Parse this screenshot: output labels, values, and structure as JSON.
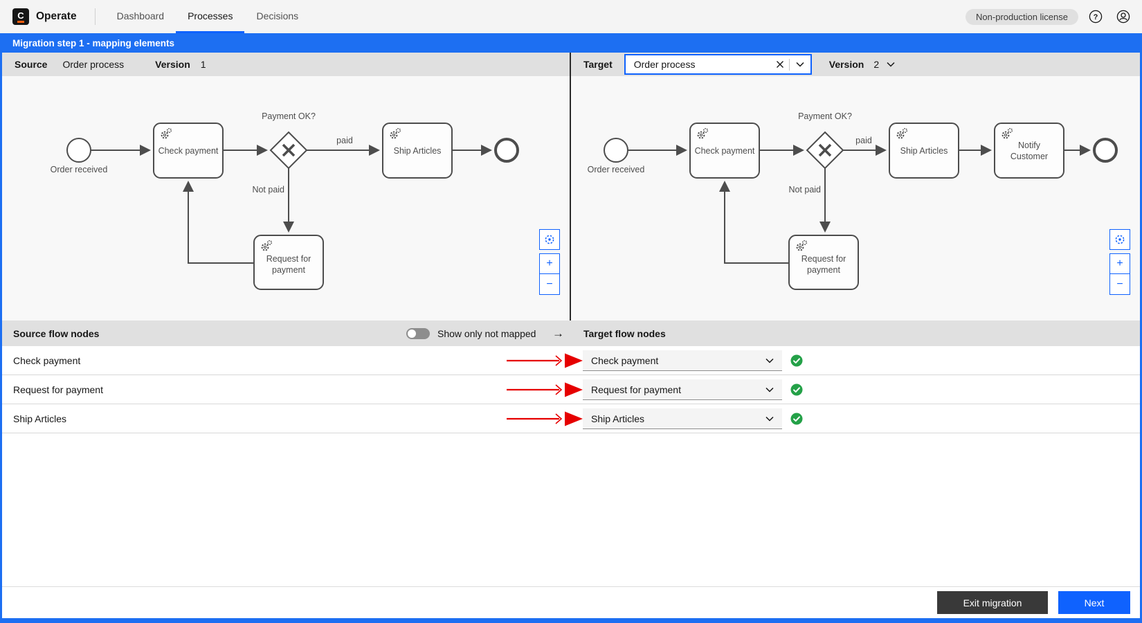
{
  "header": {
    "app": "Operate",
    "logo_letter": "C",
    "nav": [
      {
        "label": "Dashboard",
        "active": false
      },
      {
        "label": "Processes",
        "active": true
      },
      {
        "label": "Decisions",
        "active": false
      }
    ],
    "license_badge": "Non-production license",
    "help_glyph": "?"
  },
  "banner": {
    "title": "Migration step 1 - mapping elements"
  },
  "panels": {
    "source": {
      "label": "Source",
      "process_name": "Order process",
      "version_label": "Version",
      "version": "1"
    },
    "target": {
      "label": "Target",
      "combobox_value": "Order process",
      "version_label": "Version",
      "version": "2"
    }
  },
  "diagram": {
    "order_received": "Order received",
    "check_payment": "Check payment",
    "payment_ok": "Payment OK?",
    "paid": "paid",
    "not_paid": "Not paid",
    "request_line1": "Request for",
    "request_line2": "payment",
    "ship_articles": "Ship Articles",
    "notify_line1": "Notify",
    "notify_line2": "Customer"
  },
  "icons": {
    "zoom_in": "+",
    "zoom_out": "−",
    "arrow_right": "→"
  },
  "flow_nodes": {
    "source_header": "Source flow nodes",
    "toggle_label": "Show only not mapped",
    "target_header": "Target flow nodes",
    "rows": [
      {
        "source": "Check payment",
        "target": "Check payment",
        "mapped": true
      },
      {
        "source": "Request for payment",
        "target": "Request for payment",
        "mapped": true
      },
      {
        "source": "Ship Articles",
        "target": "Ship Articles",
        "mapped": true
      }
    ]
  },
  "footer": {
    "exit_label": "Exit migration",
    "next_label": "Next"
  },
  "colors": {
    "accent": "#0f62fe",
    "frame_blue": "#1d6ff2",
    "red_arrow": "#e60000",
    "green_check": "#24a148",
    "diagram_stroke": "#4d4d4d"
  }
}
